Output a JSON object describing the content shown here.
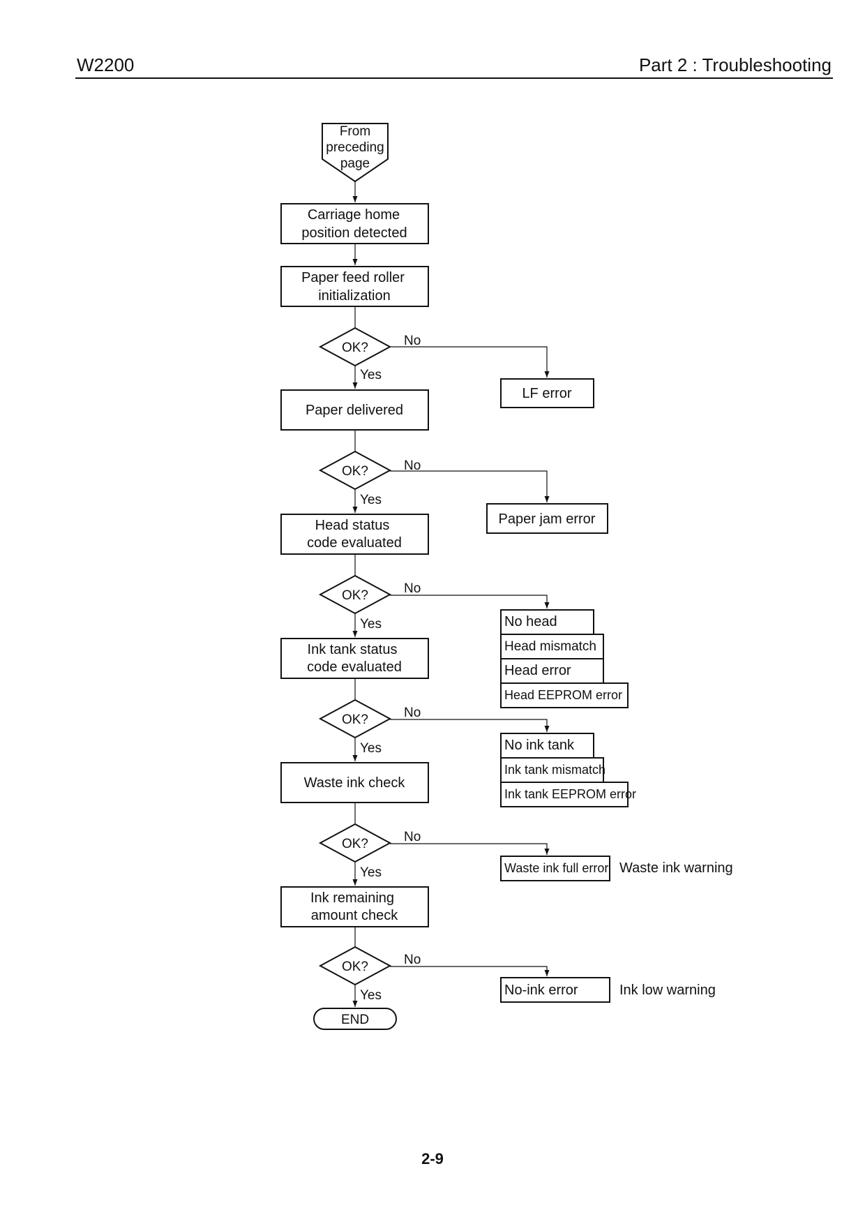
{
  "header": {
    "model": "W2200",
    "section": "Part 2 : Troubleshooting"
  },
  "footer": {
    "page_number": "2-9"
  },
  "flowchart": {
    "start": [
      "From",
      "preceding",
      "page"
    ],
    "steps": [
      [
        "Carriage home",
        "position detected"
      ],
      [
        "Paper feed roller",
        "initialization"
      ],
      [
        "Paper delivered"
      ],
      [
        "Head status",
        "code evaluated"
      ],
      [
        "Ink tank status",
        "code evaluated"
      ],
      [
        "Waste ink check"
      ],
      [
        "Ink remaining",
        "amount check"
      ]
    ],
    "decision_label": "OK?",
    "yes_label": "Yes",
    "no_label": "No",
    "end": "END",
    "errors": {
      "lf": "LF error",
      "paper_jam": "Paper jam error",
      "head": [
        "No head",
        "Head mismatch",
        "Head error",
        "Head EEPROM error"
      ],
      "ink_tank": [
        "No ink tank",
        "Ink tank mismatch",
        "Ink tank EEPROM error"
      ],
      "waste_full": "Waste ink full error",
      "no_ink": "No-ink error"
    },
    "warnings": {
      "waste_ink": "Waste ink warning",
      "ink_low": "Ink low warning"
    }
  }
}
